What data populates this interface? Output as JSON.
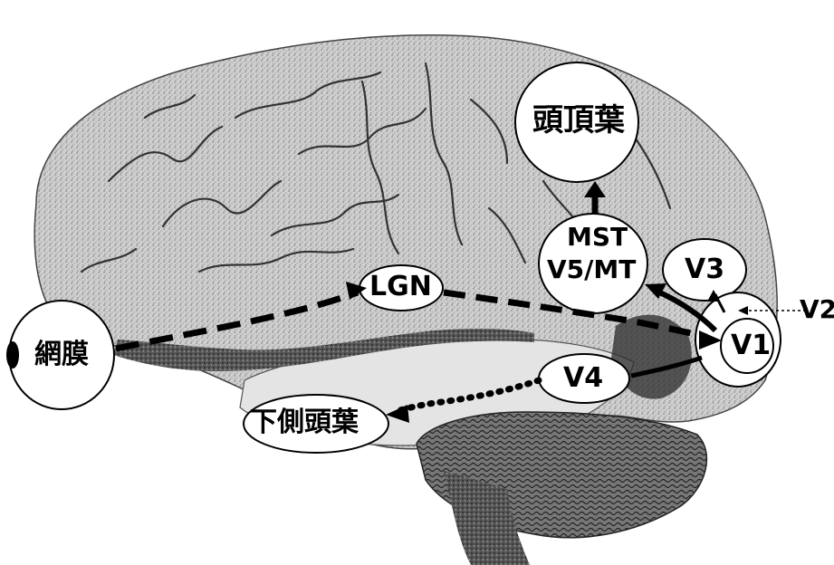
{
  "regions": {
    "retina": "網膜",
    "lgn": "LGN",
    "inferotemporal": "下側頭葉",
    "parietal": "頭頂葉",
    "mst_line1": "MST",
    "mst_line2": "V5/MT",
    "v3": "V3",
    "v4": "V4",
    "v2": "V2",
    "v1": "V1"
  }
}
